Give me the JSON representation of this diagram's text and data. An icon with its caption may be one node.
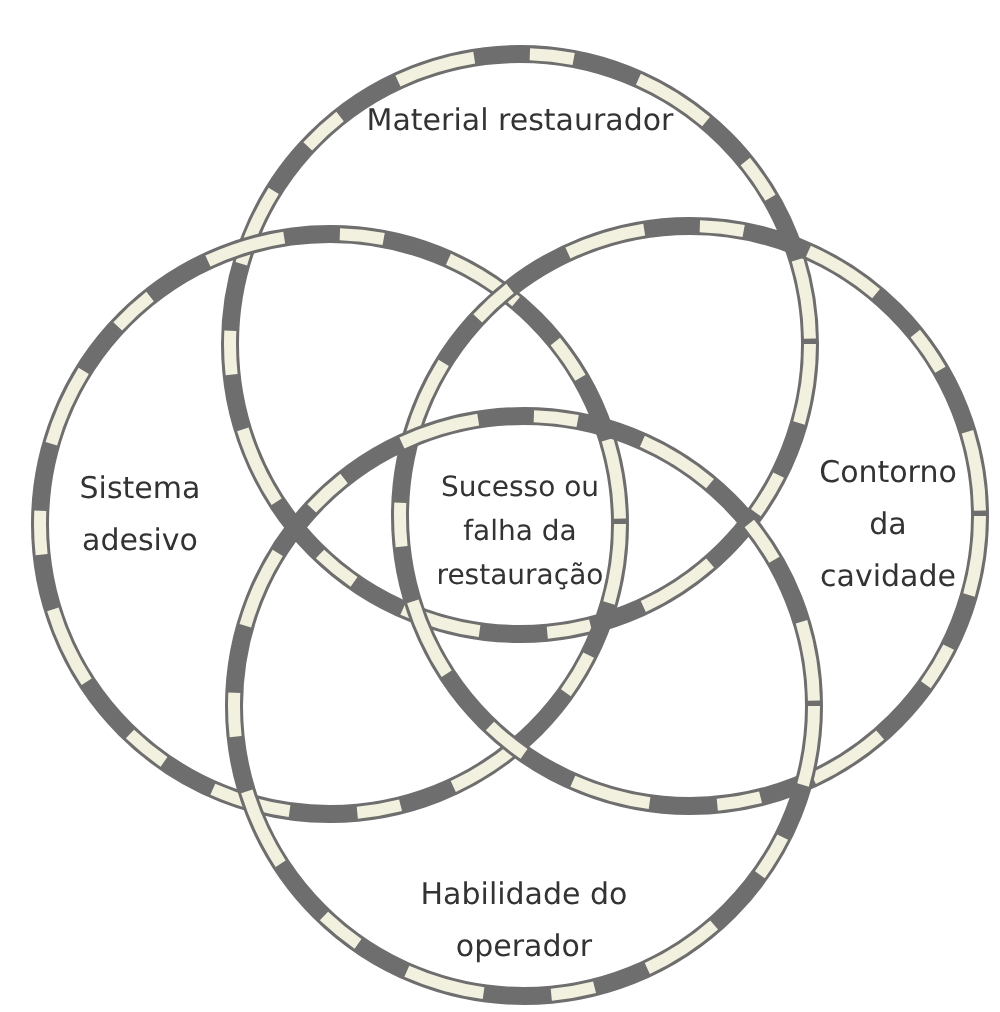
{
  "diagram": {
    "nodes": [
      {
        "text": [
          "Material restaurador"
        ]
      },
      {
        "text": [
          "Sistema adesivo"
        ]
      },
      {
        "text": [
          "Contorno da cavidade"
        ]
      },
      {
        "text": [
          "Habilidade do operador"
        ]
      }
    ],
    "labels": [
      "Sucesso ou falha da restauração"
    ]
  }
}
